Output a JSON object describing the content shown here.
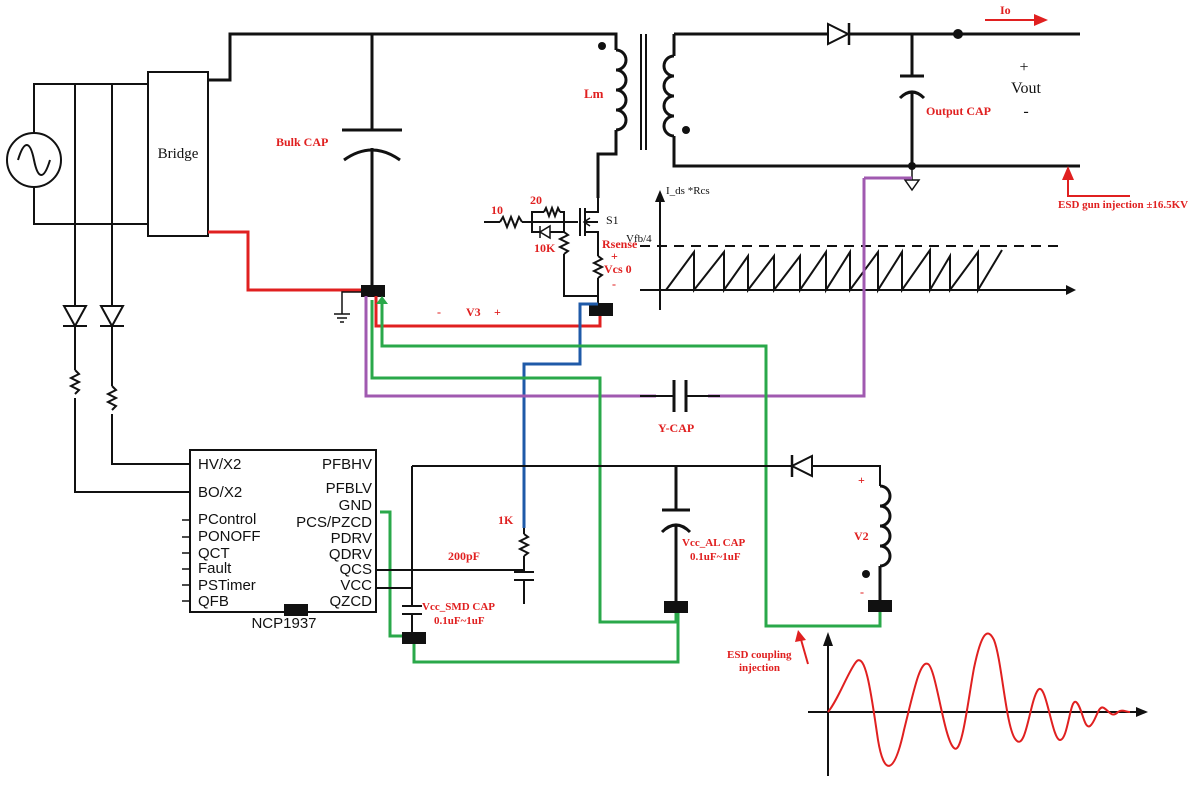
{
  "labels": {
    "bridge": "Bridge",
    "bulk_cap": "Bulk CAP",
    "lm": "Lm",
    "io": "Io",
    "vout_plus": "+",
    "vout": "Vout",
    "vout_minus": "-",
    "output_cap": "Output CAP",
    "esd_gun": "ESD gun injection  ±16.5KV",
    "r10": "10",
    "r20": "20",
    "r10k": "10K",
    "s1": "S1",
    "rsense": "Rsense",
    "vcs_plus": "+",
    "vcs": "Vcs 0",
    "vcs_minus": "-",
    "ids_rcs": "I_ds *Rcs",
    "vfb4": "Vfb/4",
    "v3_minus": "-",
    "v3": "V3",
    "v3_plus": "+",
    "ycap": "Y-CAP",
    "r1k": "1K",
    "c200pf": "200pF",
    "vcc_al_cap": "Vcc_AL CAP",
    "vcc_al_range": "0.1uF~1uF",
    "vcc_smd_cap": "Vcc_SMD CAP",
    "vcc_smd_range": "0.1uF~1uF",
    "v2_plus": "+",
    "v2": "V2",
    "v2_minus": "-",
    "esd_coupling_1": "ESD coupling",
    "esd_coupling_2": "injection"
  },
  "ic": {
    "name": "NCP1937",
    "left_pins": [
      "HV/X2",
      "BO/X2",
      "PControl",
      "PONOFF",
      "QCT",
      "Fault",
      "PSTimer",
      "QFB"
    ],
    "right_pins": [
      "PFBHV",
      "PFBLV",
      "GND",
      "PCS/PZCD",
      "PDRV",
      "QDRV",
      "QCS",
      "VCC",
      "QZCD"
    ]
  },
  "colors": {
    "wire": "#111111",
    "annotation": "#e02020",
    "ground_path_red": "#e02020",
    "ground_path_green": "#2aa84a",
    "ground_path_blue": "#1f5aa8",
    "ground_path_purple": "#a05ab0",
    "probe": "#111111"
  }
}
